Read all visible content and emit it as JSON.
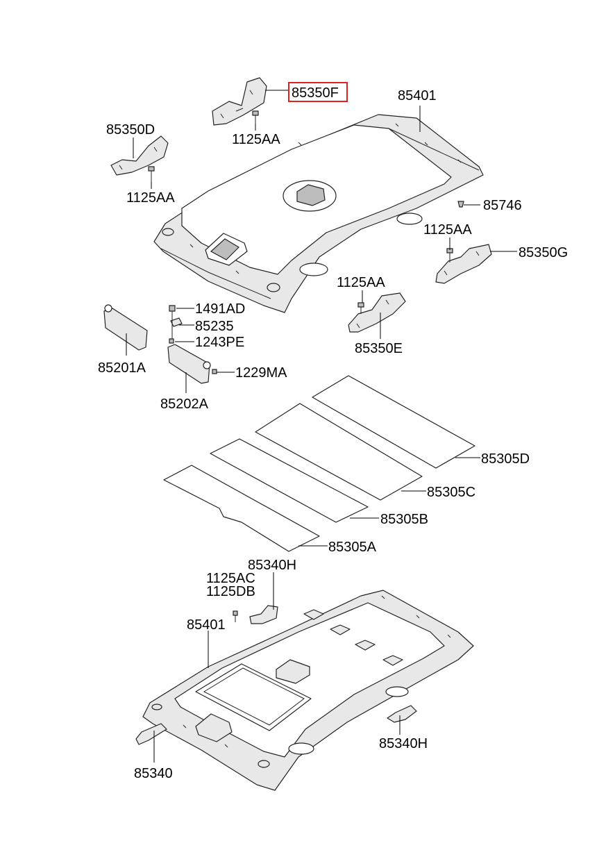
{
  "callouts": {
    "c85350F": "85350F",
    "c85401_top": "85401",
    "c85350D": "85350D",
    "c1125AA_a": "1125AA",
    "c1125AA_b": "1125AA",
    "c85746": "85746",
    "c1125AA_c": "1125AA",
    "c85350G": "85350G",
    "c1125AA_d": "1125AA",
    "c1491AD": "1491AD",
    "c85235": "85235",
    "c1243PE": "1243PE",
    "c85201A": "85201A",
    "c1229MA": "1229MA",
    "c85350E": "85350E",
    "c85202A": "85202A",
    "c85305D": "85305D",
    "c85305C": "85305C",
    "c85305B": "85305B",
    "c85305A": "85305A",
    "c85340H_top": "85340H",
    "c1125AC": "1125AC",
    "c1125DB": "1125DB",
    "c85401_bottom": "85401",
    "c85340H_bottom": "85340H",
    "c85340": "85340"
  },
  "highlighted_part": "85350F",
  "colors": {
    "highlight": "#e02020",
    "line": "#222222",
    "panel_fill": "#e8e8e8"
  }
}
